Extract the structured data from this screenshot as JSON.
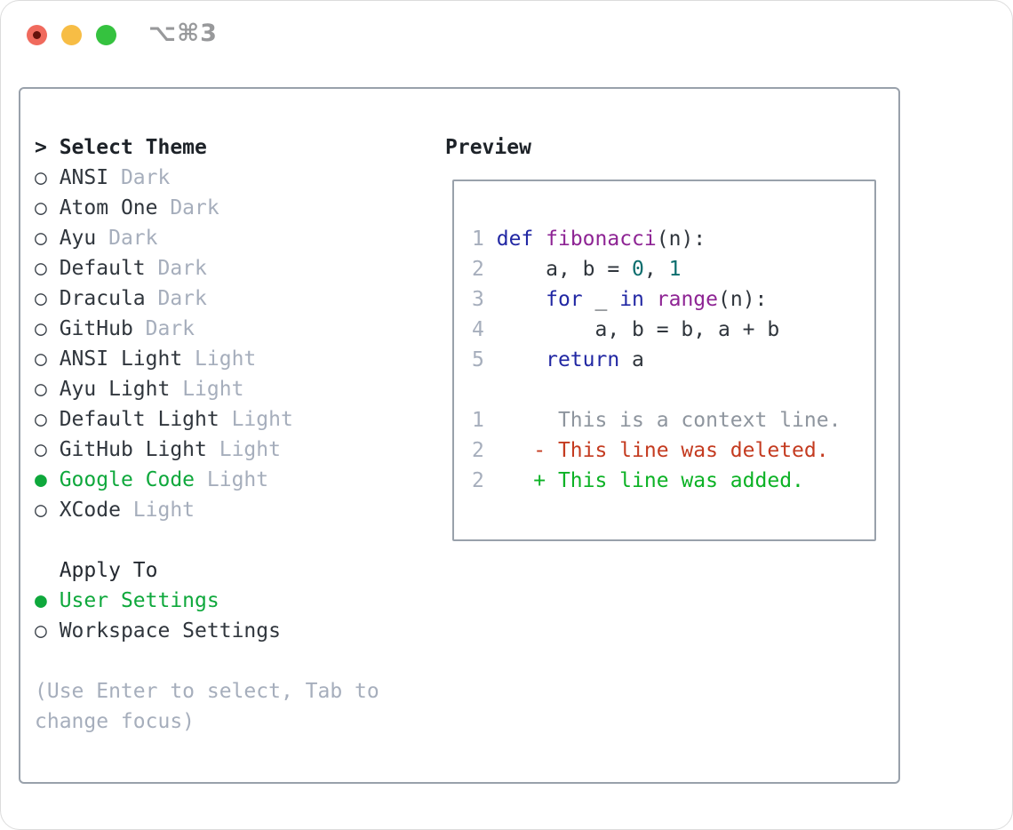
{
  "window": {
    "shortcut_label": "⌥⌘3"
  },
  "colors": {
    "selection_green": "#0fa83c",
    "muted_gray": "#a6aebc",
    "text_dark": "#30363d",
    "panel_border": "#99a1ab",
    "traffic_red": "#f06a5d",
    "traffic_yellow": "#f7bd45",
    "traffic_green": "#35c23f",
    "code_keyword": "#2127a3",
    "code_type": "#8e2494",
    "code_literal": "#0b6d6d",
    "diff_deleted": "#c43b20",
    "diff_added": "#0cb225",
    "diff_context": "#8e959e"
  },
  "theme_panel": {
    "title_prefix": "> ",
    "title": "Select Theme",
    "bullet_selected": "● ",
    "bullet_unselected": "○ ",
    "themes": [
      {
        "name": "ANSI",
        "variant": "Dark",
        "selected": false
      },
      {
        "name": "Atom One",
        "variant": "Dark",
        "selected": false
      },
      {
        "name": "Ayu",
        "variant": "Dark",
        "selected": false
      },
      {
        "name": "Default",
        "variant": "Dark",
        "selected": false
      },
      {
        "name": "Dracula",
        "variant": "Dark",
        "selected": false
      },
      {
        "name": "GitHub",
        "variant": "Dark",
        "selected": false
      },
      {
        "name": "ANSI Light",
        "variant": "Light",
        "selected": false
      },
      {
        "name": "Ayu Light",
        "variant": "Light",
        "selected": false
      },
      {
        "name": "Default Light",
        "variant": "Light",
        "selected": false
      },
      {
        "name": "GitHub Light",
        "variant": "Light",
        "selected": false
      },
      {
        "name": "Google Code",
        "variant": "Light",
        "selected": true
      },
      {
        "name": "XCode",
        "variant": "Light",
        "selected": false
      }
    ],
    "apply_to": {
      "prefix": "  ",
      "title": "Apply To",
      "options": [
        {
          "label": "User Settings",
          "selected": true
        },
        {
          "label": "Workspace Settings",
          "selected": false
        }
      ]
    },
    "hint_lines": [
      "(Use Enter to select, Tab to",
      "change focus)"
    ]
  },
  "preview": {
    "title": "Preview",
    "lines": [
      [
        {
          "s": "num",
          "t": "1"
        },
        {
          "s": "pln",
          "t": " "
        },
        {
          "s": "kwd",
          "t": "def"
        },
        {
          "s": "pln",
          "t": " "
        },
        {
          "s": "typ",
          "t": "fibonacci"
        },
        {
          "s": "pln",
          "t": "(n):"
        }
      ],
      [
        {
          "s": "num",
          "t": "2"
        },
        {
          "s": "pln",
          "t": "     a, b = "
        },
        {
          "s": "lit",
          "t": "0"
        },
        {
          "s": "pln",
          "t": ", "
        },
        {
          "s": "lit",
          "t": "1"
        }
      ],
      [
        {
          "s": "num",
          "t": "3"
        },
        {
          "s": "pln",
          "t": "     "
        },
        {
          "s": "kwd",
          "t": "for"
        },
        {
          "s": "pln",
          "t": " _ "
        },
        {
          "s": "kwd",
          "t": "in"
        },
        {
          "s": "pln",
          "t": " "
        },
        {
          "s": "typ",
          "t": "range"
        },
        {
          "s": "pln",
          "t": "(n):"
        }
      ],
      [
        {
          "s": "num",
          "t": "4"
        },
        {
          "s": "pln",
          "t": "         a, b = b, a + b"
        }
      ],
      [
        {
          "s": "num",
          "t": "5"
        },
        {
          "s": "pln",
          "t": "     "
        },
        {
          "s": "kwd",
          "t": "return"
        },
        {
          "s": "pln",
          "t": " a"
        }
      ],
      [],
      [
        {
          "s": "num",
          "t": "1"
        },
        {
          "s": "ctx",
          "t": "      This is a context line."
        }
      ],
      [
        {
          "s": "num",
          "t": "2"
        },
        {
          "s": "del",
          "t": "    - This line was deleted."
        }
      ],
      [
        {
          "s": "num",
          "t": "2"
        },
        {
          "s": "add",
          "t": "    + This line was added."
        }
      ]
    ]
  }
}
